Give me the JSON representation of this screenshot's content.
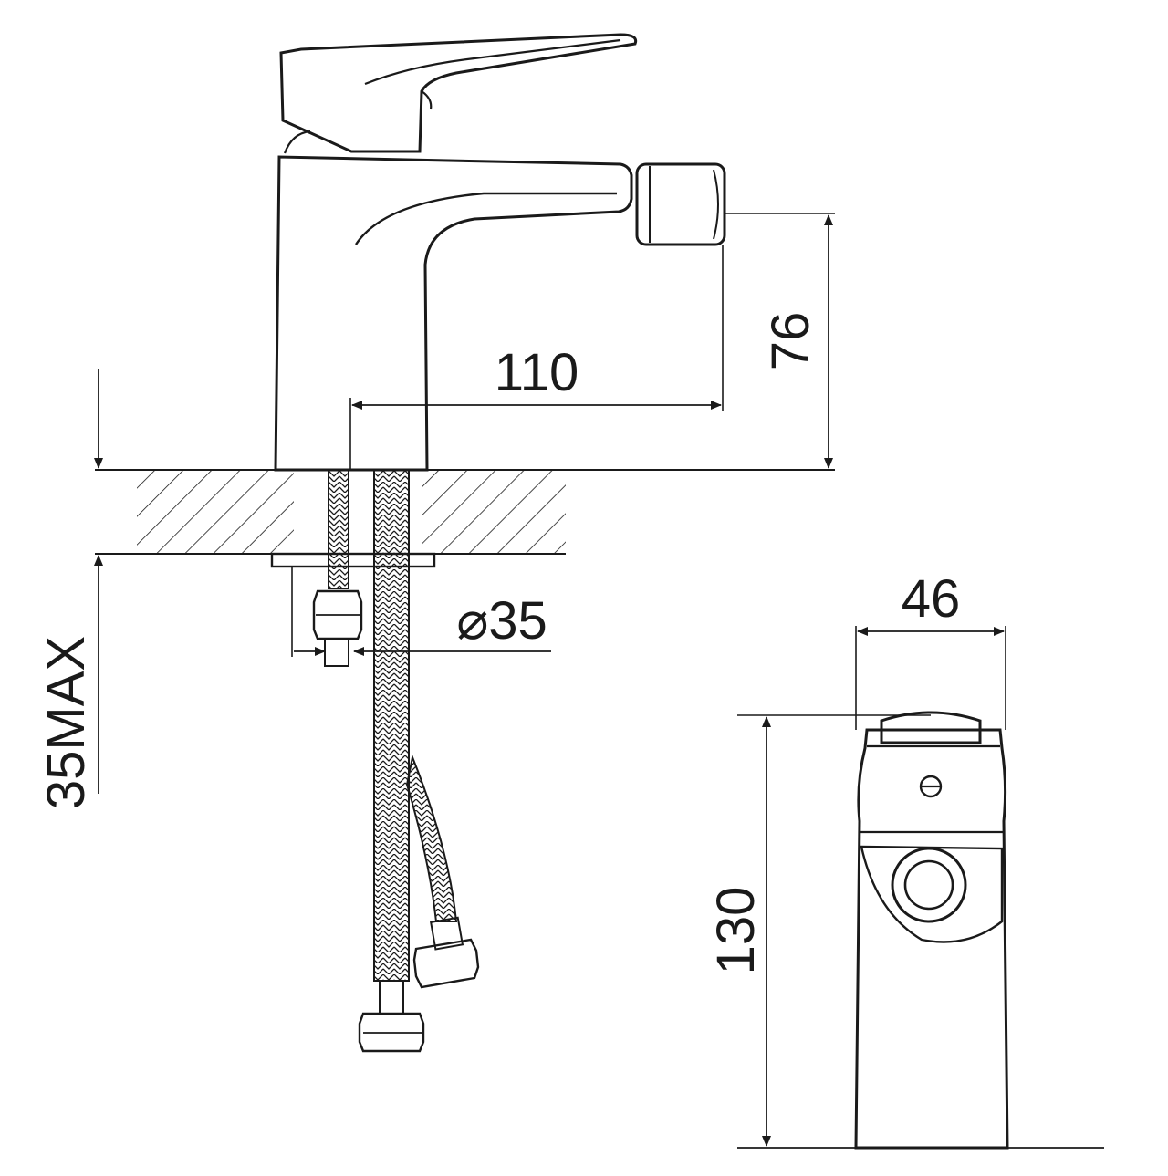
{
  "dimensions": {
    "spout_reach": "110",
    "spout_height": "76",
    "deck_thickness": "35MAX",
    "hole_diameter": "⌀35",
    "body_width": "46",
    "body_height": "130"
  },
  "colors": {
    "line": "#1a1a1a",
    "background": "#ffffff"
  }
}
